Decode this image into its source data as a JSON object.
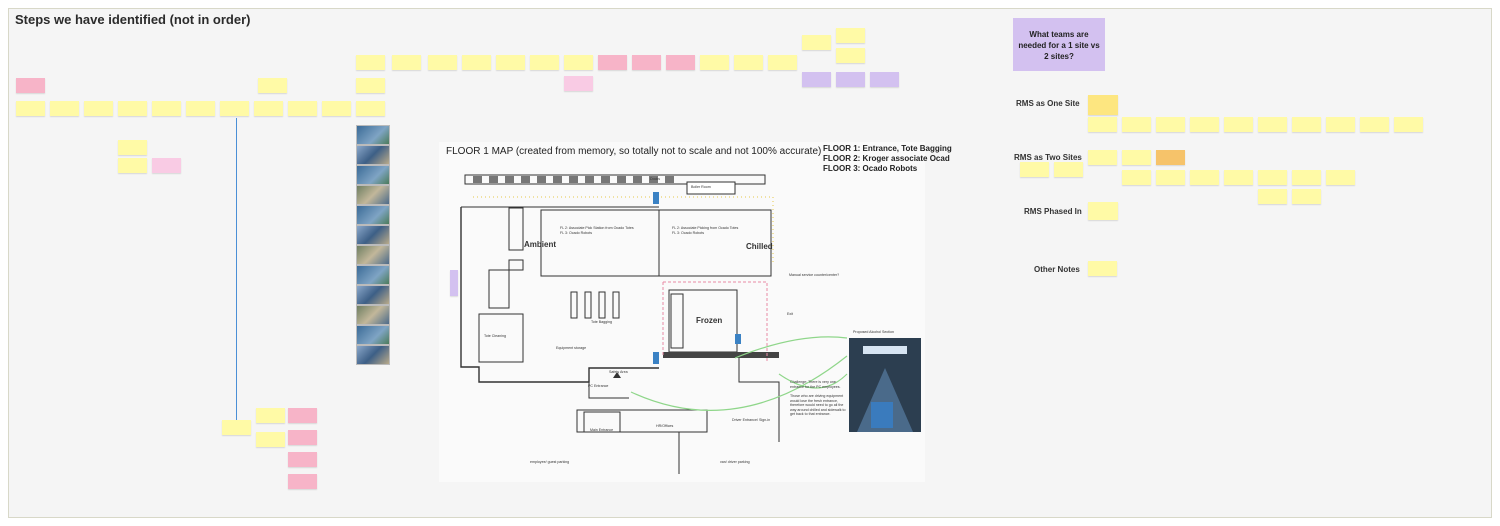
{
  "board": {
    "title": "Steps we have identified (not in order)"
  },
  "map": {
    "title": "FLOOR 1 MAP (created from memory, so totally not to scale and not 100% accurate)",
    "floors": [
      "FLOOR 1: Entrance, Tote Bagging",
      "FLOOR 2: Kroger associate Ocad",
      "FLOOR 3: Ocado Robots"
    ],
    "labels": {
      "ambient": "Ambient",
      "chilled": "Chilled",
      "frozen": "Frozen",
      "tote_bagging": "Tote Bagging",
      "tote_cleaning": "Tote Cleaning",
      "equipment_storage": "Equipment storage",
      "safety_area": "Safety Area",
      "pc_entrance": "PC Entrance",
      "main_entrance": "Main Entrance",
      "hr_offices": "HR/Offices",
      "driver_entrance": "Driver Entrance/ Sign-in",
      "boiler_room": "Boiler Room",
      "docks": "Docks",
      "employee_parking": "employee/ guest parking",
      "van_parking": "van/ driver parking",
      "proposed_alcohol": "Proposed Alcohol Section",
      "manual_service": "Manual service counter/center?",
      "exit": "Exit",
      "fl_associate_pick": "FL 2: Associate Pick Station from Ocado Totes",
      "fl_ocado_robots_a": "FL 3: Ocado Robots",
      "fl_associate_picking": "FL 2: Associate Picking from Ocado Totes",
      "fl_ocado_robots_b": "FL 3: Ocado Robots",
      "challenge": "Challenge: There is very one entrance for the PC employees.",
      "challenge_more": "Those who are driving equipment would lose the fresh entrance, therefore would need to go all the way around chilled and sidewalk to get back to that entrance."
    }
  },
  "teams": {
    "question": "What teams are needed for a 1 site vs 2 sites?"
  },
  "rows": {
    "one_site": "RMS as One Site",
    "two_sites": "RMS as Two Sites",
    "phased": "RMS Phased In",
    "notes": "Other Notes"
  },
  "colors": {
    "yellow": "#fffaa6",
    "pink": "#f7b4c8",
    "purple": "#d3c1f0",
    "orange": "#f6c36a",
    "arrow": "#4a8fd6"
  }
}
